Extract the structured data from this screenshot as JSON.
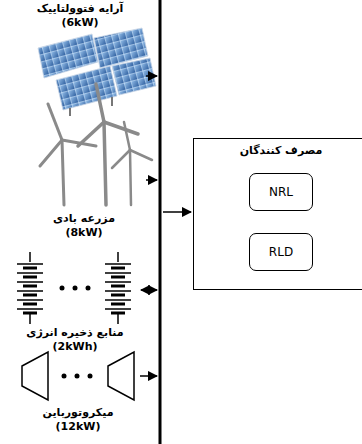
{
  "diagram": {
    "nodes": [
      {
        "text": [
          "مصرف کنندگان"
        ]
      },
      {
        "text": [
          "NRL"
        ],
        "in": 0
      },
      {
        "text": [
          "RLD"
        ],
        "in": 0
      }
    ],
    "labels": [
      "آرایه فتوولتاییک",
      "(6kW)",
      "مزرعه بادی",
      "(8kW)",
      "منابع ذخیره انرژی",
      "(2kWh)",
      "میکروتورباین",
      "(12kW)"
    ]
  }
}
